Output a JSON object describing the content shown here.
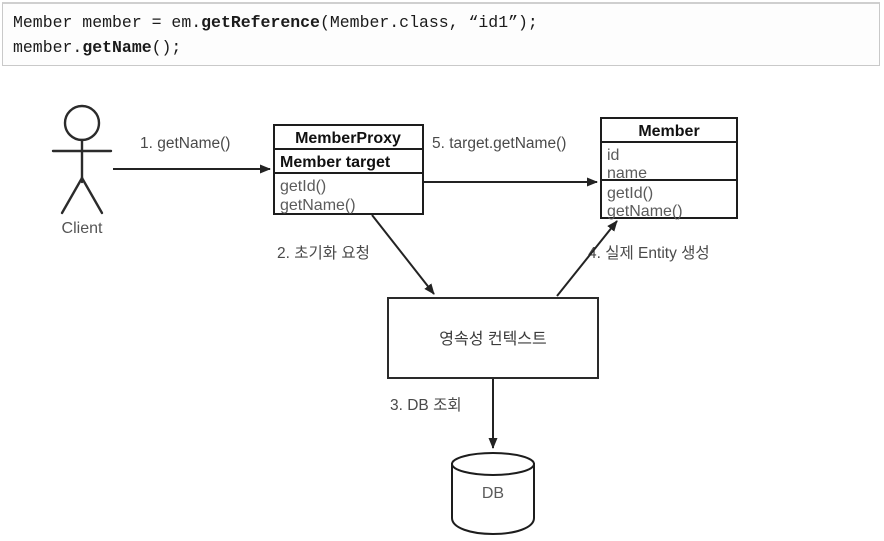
{
  "code": {
    "name": "code-snippet",
    "line1_parts": [
      {
        "t": "Member member = em.",
        "bold": false
      },
      {
        "t": "getReference",
        "bold": true
      },
      {
        "t": "(Member.class, “id1”);",
        "bold": false
      }
    ],
    "line2_parts": [
      {
        "t": "member.",
        "bold": false
      },
      {
        "t": "getName",
        "bold": true
      },
      {
        "t": "();",
        "bold": false
      }
    ],
    "line1_plain": "Member member = em.getReference(Member.class, “id1”);",
    "line2_plain": "member.getName();"
  },
  "diagram": {
    "actor": {
      "label": "Client"
    },
    "proxy_class": {
      "title": "MemberProxy",
      "attributes": [
        "Member target"
      ],
      "methods": [
        "getId()",
        "getName()"
      ]
    },
    "entity_class": {
      "title": "Member",
      "attributes": [
        "id",
        "name"
      ],
      "methods": [
        "getId()",
        "getName()"
      ]
    },
    "context_box": {
      "label": "영속성 컨텍스트"
    },
    "database": {
      "label": "DB"
    },
    "messages": [
      {
        "id": 1,
        "label": "1. getName()"
      },
      {
        "id": 2,
        "label": "2. 초기화 요청"
      },
      {
        "id": 3,
        "label": "3. DB 조회"
      },
      {
        "id": 4,
        "label": "4. 실제 Entity 생성"
      },
      {
        "id": 5,
        "label": "5. target.getName()"
      }
    ]
  },
  "colors": {
    "background": "#ffffff",
    "code_bg": "#fdfdfd",
    "code_border": "#c9c9c9",
    "stroke": "#1d1d1d",
    "label_text": "#4a4a4a",
    "muted_text": "#5b5b5b"
  }
}
